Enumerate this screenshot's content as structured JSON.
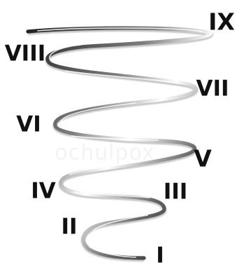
{
  "illustration": {
    "numerals": [
      "IX",
      "VIII",
      "VII",
      "VI",
      "V",
      "IV",
      "III",
      "II",
      "I"
    ],
    "watermark": "ochulpox",
    "colors": {
      "background": "#ffffff",
      "text": "#111111",
      "spiral_dark": "#222222",
      "spiral_mid": "#8a8a8a",
      "spiral_light": "#f2f2f2"
    }
  }
}
